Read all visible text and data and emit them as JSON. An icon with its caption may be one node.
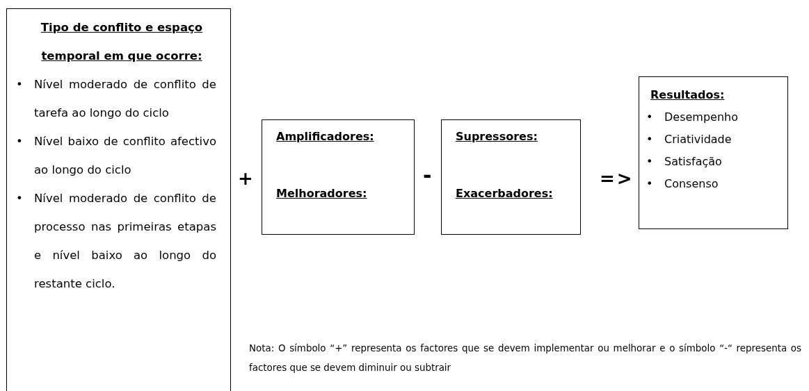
{
  "diagram": {
    "nodes": [
      {
        "text": [
          "Tipo de conflito e espaço temporal em que ocorre:",
          "• Nível moderado de conflito de tarefa ao longo do ciclo",
          "• Nível baixo de conflito afectivo ao longo do ciclo",
          "• Nível moderado de conflito de processo nas primeiras etapas e nível baixo ao longo do restante ciclo."
        ]
      },
      {
        "text": [
          "Amplificadores:",
          "Melhoradores:"
        ]
      },
      {
        "text": [
          "Supressores:",
          "Exacerbadores:"
        ]
      },
      {
        "text": [
          "Resultados:",
          "• Desempenho",
          "• Criatividade",
          "• Satisfação",
          "• Consenso"
        ]
      }
    ],
    "labels": [
      "+",
      "-",
      "=>",
      "Nota: O símbolo “+” representa os factores que se devem implementar ou melhorar e o símbolo “-“ representa os factores que se devem diminuir ou subtrair"
    ]
  }
}
